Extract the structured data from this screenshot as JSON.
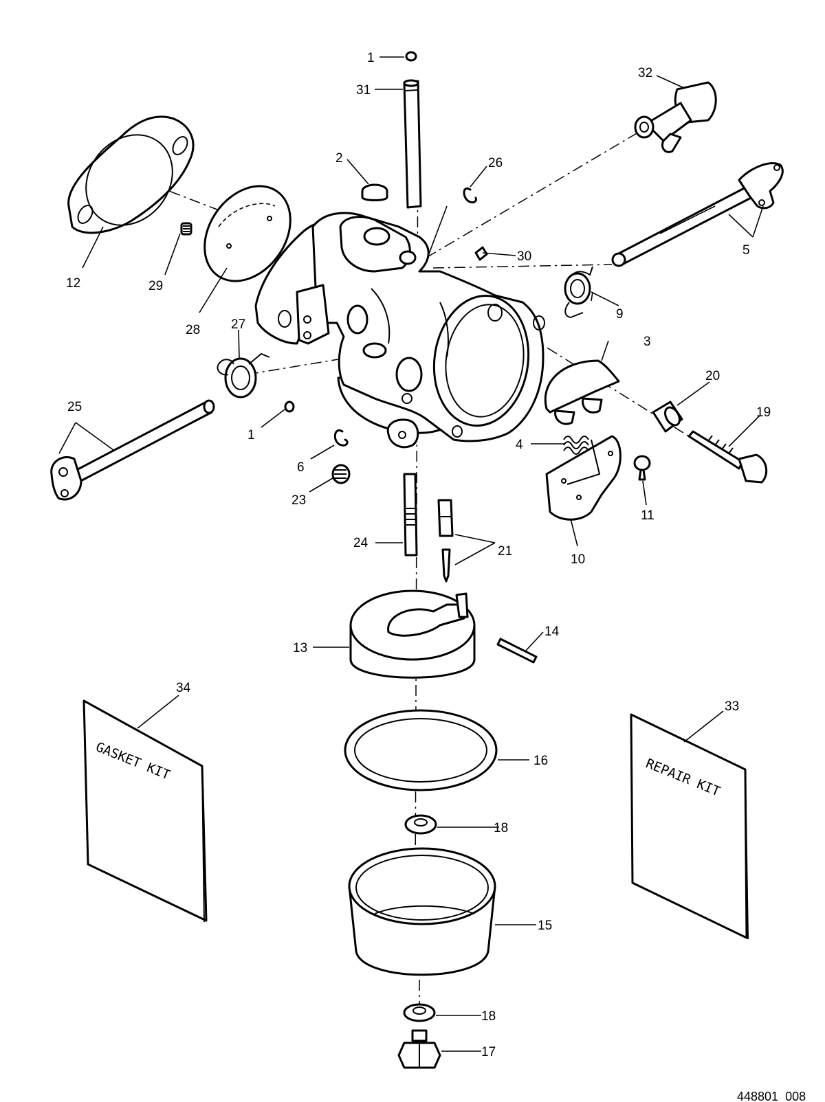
{
  "figure_id": "448801_008",
  "callouts": {
    "c1a": "1",
    "c1b": "1",
    "c2": "2",
    "c3": "3",
    "c4": "4",
    "c5": "5",
    "c6": "6",
    "c9": "9",
    "c10": "10",
    "c11": "11",
    "c12": "12",
    "c13": "13",
    "c14": "14",
    "c15": "15",
    "c16": "16",
    "c17": "17",
    "c18a": "18",
    "c18b": "18",
    "c19": "19",
    "c20": "20",
    "c21": "21",
    "c23": "23",
    "c24": "24",
    "c25": "25",
    "c26": "26",
    "c27": "27",
    "c28": "28",
    "c29": "29",
    "c30": "30",
    "c31": "31",
    "c32": "32",
    "c33": "33",
    "c34": "34"
  },
  "kits": {
    "gasket_line1": "GASKET KIT",
    "repair_line1": "REPAIR KIT"
  }
}
